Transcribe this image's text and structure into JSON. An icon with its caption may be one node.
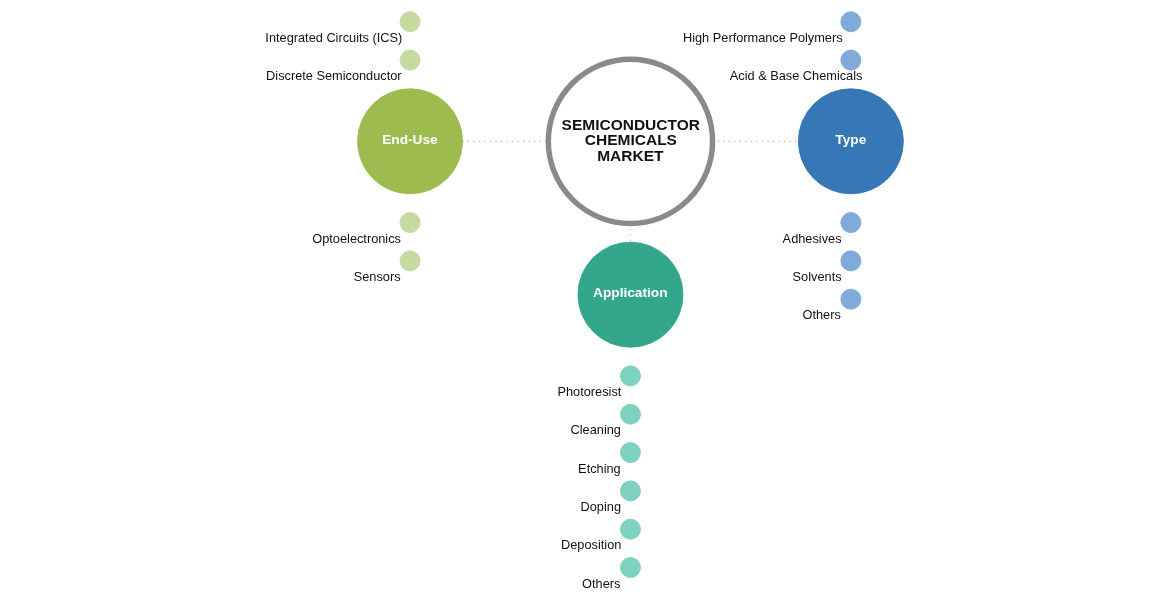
{
  "diagram": {
    "nodes": [
      {
        "text": [
          "SEMICONDUCTOR CHEMICALS MARKET"
        ]
      },
      {
        "text": [
          "End-Use"
        ]
      },
      {
        "text": [],
        "shape": "circle",
        "beside": [
          "Integrated Circuits (ICS)"
        ]
      },
      {
        "text": [],
        "shape": "circle",
        "beside": [
          "Discrete Semiconductor"
        ]
      },
      {
        "text": [],
        "shape": "circle",
        "beside": [
          "Optoelectronics"
        ]
      },
      {
        "text": [],
        "shape": "circle",
        "beside": [
          "Sensors"
        ]
      },
      {
        "text": [
          "Type"
        ]
      },
      {
        "text": [],
        "shape": "circle",
        "beside": [
          "High Performance Polymers"
        ]
      },
      {
        "text": [],
        "shape": "circle",
        "beside": [
          "Acid & Base Chemicals"
        ]
      },
      {
        "text": [],
        "shape": "circle",
        "beside": [
          "Adhesives"
        ]
      },
      {
        "text": [],
        "shape": "circle",
        "beside": [
          "Solvents"
        ]
      },
      {
        "text": [],
        "shape": "circle",
        "beside": [
          "Others"
        ]
      },
      {
        "text": [
          "Application"
        ]
      },
      {
        "text": [],
        "shape": "circle",
        "beside": [
          "Photoresist"
        ]
      },
      {
        "text": [],
        "shape": "circle",
        "beside": [
          "Cleaning"
        ]
      },
      {
        "text": [],
        "shape": "circle",
        "beside": [
          "Etching"
        ]
      },
      {
        "text": [],
        "shape": "circle",
        "beside": [
          "Doping"
        ]
      },
      {
        "text": [],
        "shape": "circle",
        "beside": [
          "Deposition"
        ]
      },
      {
        "text": [],
        "shape": "circle",
        "beside": [
          "Others"
        ]
      }
    ],
    "edges": [
      {
        "from": 1,
        "to": 0,
        "arrow": "none"
      },
      {
        "from": 0,
        "to": 6,
        "arrow": "none"
      },
      {
        "from": 0,
        "to": 12,
        "arrow": "none"
      }
    ]
  }
}
